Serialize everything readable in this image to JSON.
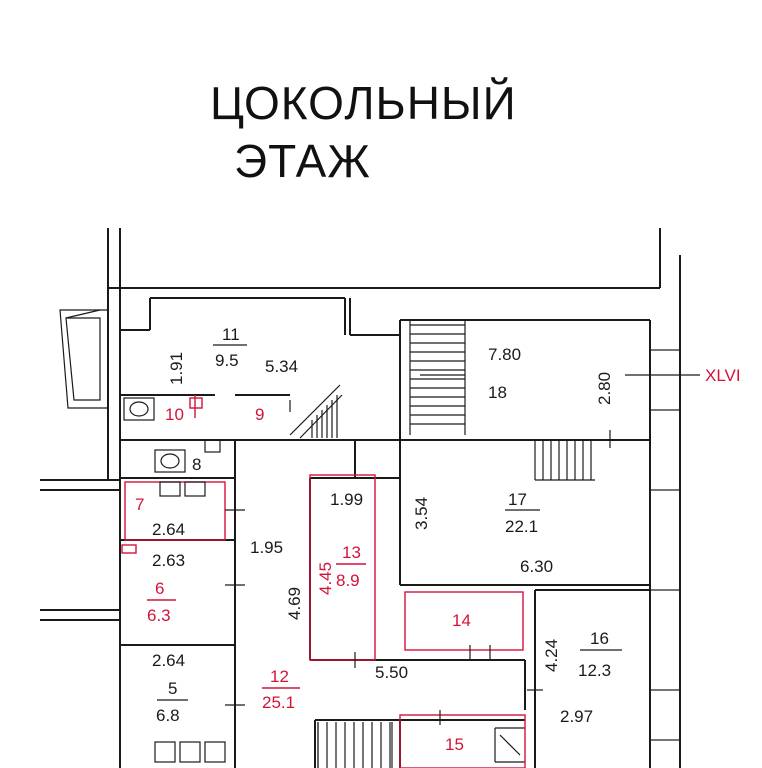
{
  "title": {
    "line1": "ЦОКОЛЬНЫЙ",
    "line2": "ЭТАЖ"
  },
  "axis_marker": "XLVI",
  "colors": {
    "wall": "#1a1a1a",
    "new_partition": "#d2143a",
    "background": "#ffffff"
  },
  "rooms": {
    "r11": {
      "number": "11",
      "area": "9.5",
      "dim_h": "1.91",
      "dim_w": "5.34"
    },
    "r10": {
      "number": "10"
    },
    "r9": {
      "number": "9"
    },
    "r18": {
      "number": "18",
      "dim_w": "7.80",
      "dim_h": "2.80"
    },
    "r8": {
      "number": "8"
    },
    "r17": {
      "number": "17",
      "area": "22.1",
      "dim_h": "3.54",
      "dim_w": "6.30"
    },
    "r7": {
      "number": "7",
      "dim_w": "2.64"
    },
    "r6": {
      "number": "6",
      "area": "6.3",
      "dim_w": "2.63"
    },
    "r5": {
      "number": "5",
      "area": "6.8",
      "dim_w": "2.64"
    },
    "r13": {
      "number": "13",
      "area": "8.9",
      "dim_w": "1.99",
      "dim_h": "4.45"
    },
    "r12": {
      "number": "12",
      "area": "25.1",
      "dim_w1": "1.95",
      "dim_h": "4.69",
      "dim_w2": "5.50"
    },
    "r14": {
      "number": "14"
    },
    "r16": {
      "number": "16",
      "area": "12.3",
      "dim_h": "4.24",
      "dim_w": "2.97"
    },
    "r15": {
      "number": "15"
    }
  }
}
